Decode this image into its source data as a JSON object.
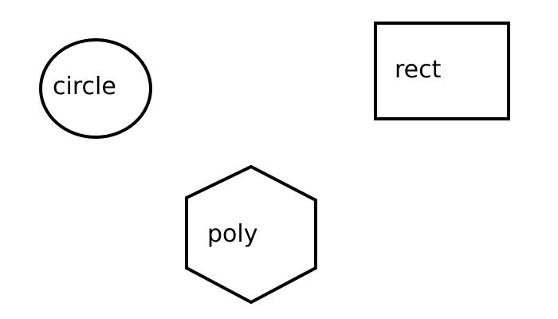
{
  "diagram": {
    "shapes": [
      {
        "kind": "circle",
        "label": "circle"
      },
      {
        "kind": "rect",
        "label": "rect"
      },
      {
        "kind": "polygon",
        "label": "poly"
      }
    ]
  },
  "colors": {
    "stroke": "#000000",
    "background": "#ffffff",
    "text": "#000000"
  }
}
